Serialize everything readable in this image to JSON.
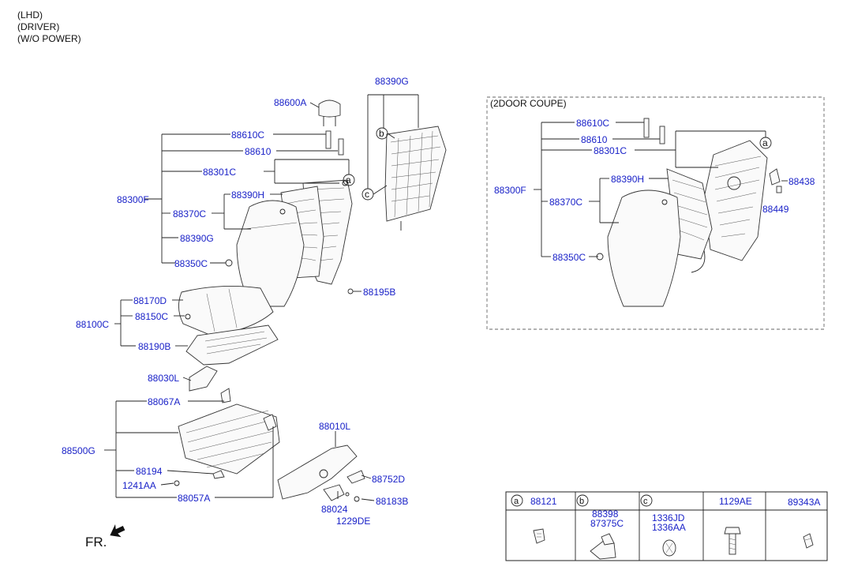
{
  "notes": [
    "(LHD)",
    "(DRIVER)",
    "(W/O POWER)"
  ],
  "fr_label": "FR.",
  "coupe_box_title": "(2DOOR COUPE)",
  "callout_letters": {
    "a": "a",
    "b": "b",
    "c": "c"
  },
  "labels": {
    "p88390G_top": "88390G",
    "p88600A": "88600A",
    "p88610C": "88610C",
    "p88610": "88610",
    "p88301C": "88301C",
    "p88300F": "88300F",
    "p88390H": "88390H",
    "p88370C": "88370C",
    "p88390G": "88390G",
    "p88350C": "88350C",
    "p88195B": "88195B",
    "p88170D": "88170D",
    "p88150C": "88150C",
    "p88100C": "88100C",
    "p88190B": "88190B",
    "p88030L": "88030L",
    "p88067A": "88067A",
    "p88500G": "88500G",
    "p88194": "88194",
    "p1241AA": "1241AA",
    "p88057A": "88057A",
    "p88010L": "88010L",
    "p88752D": "88752D",
    "p88183B": "88183B",
    "p88024": "88024",
    "p1229DE": "1229DE",
    "c88610C": "88610C",
    "c88610": "88610",
    "c88301C": "88301C",
    "c88390H": "88390H",
    "c88300F": "88300F",
    "c88370C": "88370C",
    "c88350C": "88350C",
    "c88438": "88438",
    "c88449": "88449"
  },
  "parts_table": {
    "headers": [
      {
        "letter": "a",
        "label": "88121"
      },
      {
        "letter": "b",
        "label": "88398\n87375C"
      },
      {
        "letter": "c",
        "label": "1336JD\n1336AA"
      },
      {
        "letter": "",
        "label": "1129AE"
      },
      {
        "letter": "",
        "label": "89343A"
      }
    ],
    "b_lines": [
      "88398",
      "87375C"
    ],
    "c_lines": [
      "1336JD",
      "1336AA"
    ]
  }
}
